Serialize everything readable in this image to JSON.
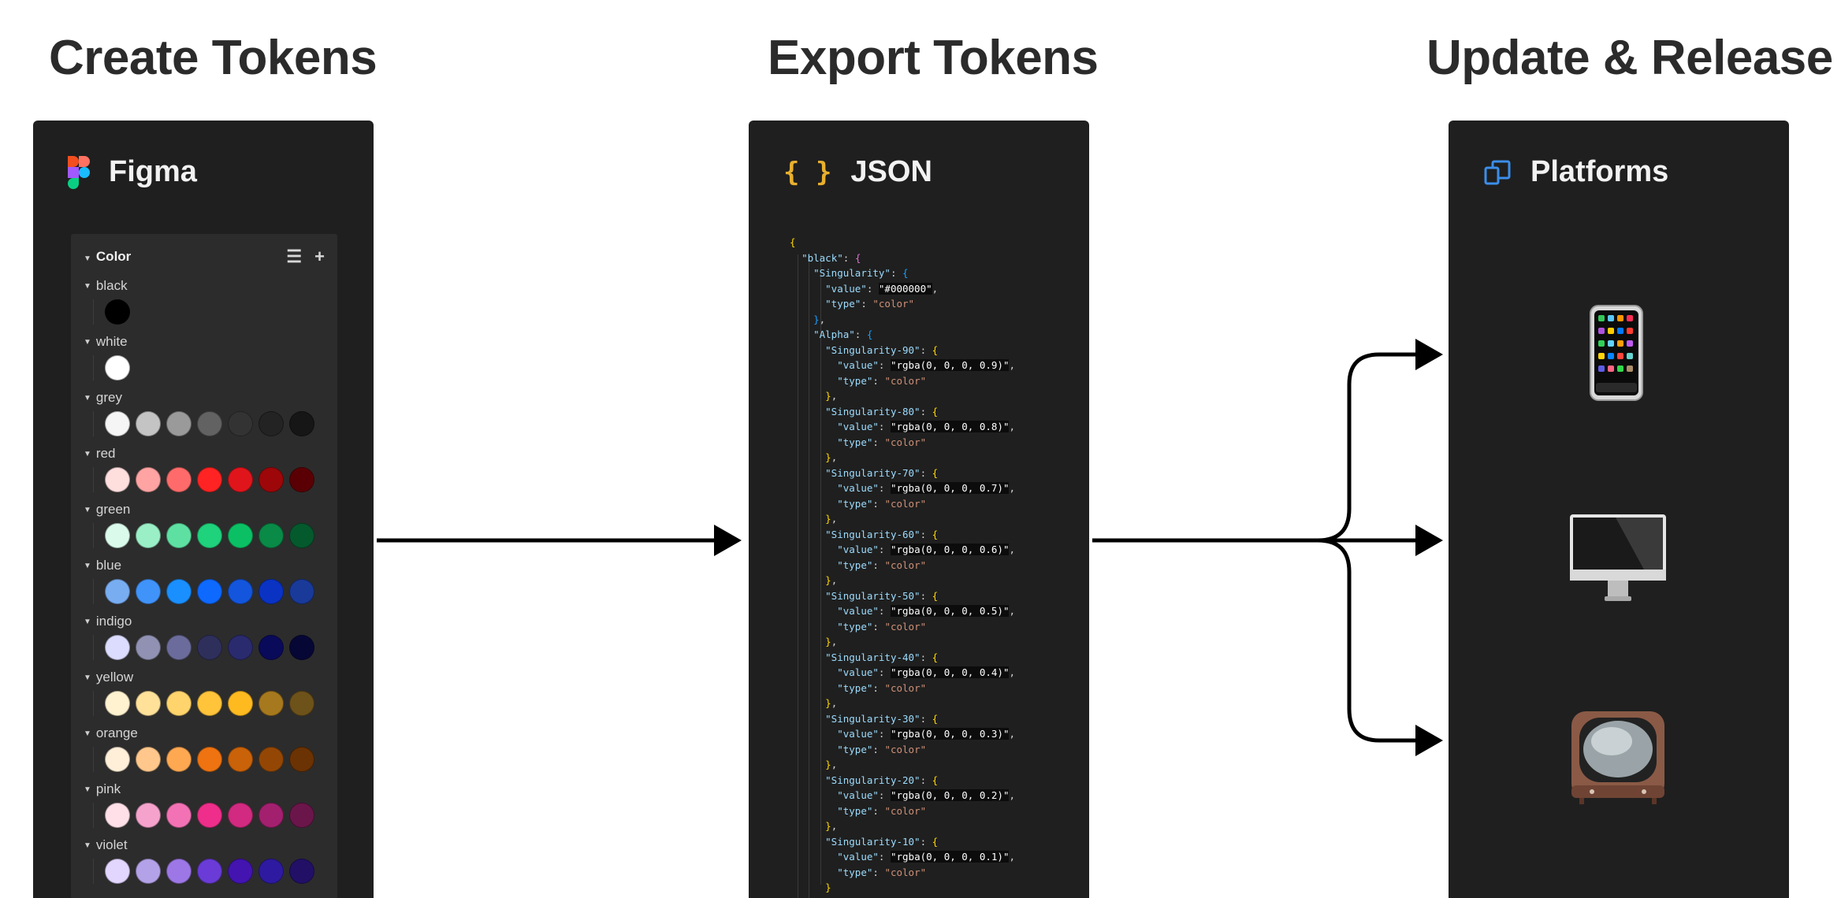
{
  "headings": {
    "create": "Create Tokens",
    "export": "Export Tokens",
    "release": "Update & Release"
  },
  "figma": {
    "title": "Figma",
    "palette": {
      "section": "Color",
      "groups": [
        {
          "name": "black",
          "colors": [
            "#000000"
          ]
        },
        {
          "name": "white",
          "colors": [
            "#ffffff"
          ]
        },
        {
          "name": "grey",
          "colors": [
            "#f5f5f5",
            "#c4c4c4",
            "#9a9a9a",
            "#626262",
            "#333333",
            "#232323",
            "#161616"
          ]
        },
        {
          "name": "red",
          "colors": [
            "#ffdede",
            "#ffa3a3",
            "#ff6b6b",
            "#ff2323",
            "#e0151c",
            "#9d0709",
            "#5a0005"
          ]
        },
        {
          "name": "green",
          "colors": [
            "#dafbec",
            "#9befc6",
            "#5fe0a3",
            "#1fd27c",
            "#0bc064",
            "#098a47",
            "#055a2d"
          ]
        },
        {
          "name": "blue",
          "colors": [
            "#78adf2",
            "#4093f9",
            "#1a8fff",
            "#0e69ff",
            "#1356dd",
            "#0a33c4",
            "#193a99"
          ]
        },
        {
          "name": "indigo",
          "colors": [
            "#dcdcff",
            "#9191b3",
            "#6c6c9c",
            "#2f2f5c",
            "#2a2a6e",
            "#0a0a5a",
            "#070736"
          ]
        },
        {
          "name": "yellow",
          "colors": [
            "#fff2d0",
            "#ffe19a",
            "#ffd46c",
            "#ffc43a",
            "#ffba20",
            "#a7791e",
            "#6d521a"
          ]
        },
        {
          "name": "orange",
          "colors": [
            "#ffefd9",
            "#ffc78b",
            "#ffa852",
            "#ef7310",
            "#c96209",
            "#944705",
            "#6b3203"
          ]
        },
        {
          "name": "pink",
          "colors": [
            "#ffe0e8",
            "#f5a3cc",
            "#f372b5",
            "#ee2e8a",
            "#d12a80",
            "#a3206f",
            "#6b164b"
          ]
        },
        {
          "name": "violet",
          "colors": [
            "#e2d6ff",
            "#b4a2e8",
            "#9d77e6",
            "#6a3bd6",
            "#4314b0",
            "#2e1aa0",
            "#221067"
          ]
        }
      ]
    }
  },
  "json": {
    "title": "JSON",
    "code_lines": [
      {
        "indent": 0,
        "parts": [
          [
            "b1",
            "{"
          ]
        ]
      },
      {
        "indent": 1,
        "parts": [
          [
            "k",
            "\"black\""
          ],
          [
            "p",
            ": "
          ],
          [
            "b2",
            "{"
          ]
        ]
      },
      {
        "indent": 2,
        "parts": [
          [
            "k",
            "\"Singularity\""
          ],
          [
            "p",
            ": "
          ],
          [
            "b3",
            "{"
          ]
        ]
      },
      {
        "indent": 3,
        "parts": [
          [
            "k",
            "\"value\""
          ],
          [
            "p",
            ": "
          ],
          [
            "hl",
            "\"#000000\""
          ],
          [
            "p",
            ","
          ]
        ]
      },
      {
        "indent": 3,
        "parts": [
          [
            "k",
            "\"type\""
          ],
          [
            "p",
            ": "
          ],
          [
            "s",
            "\"color\""
          ]
        ]
      },
      {
        "indent": 2,
        "parts": [
          [
            "b3",
            "}"
          ],
          [
            "p",
            ","
          ]
        ]
      },
      {
        "indent": 2,
        "parts": [
          [
            "k",
            "\"Alpha\""
          ],
          [
            "p",
            ": "
          ],
          [
            "b3",
            "{"
          ]
        ]
      },
      {
        "indent": 3,
        "parts": [
          [
            "k",
            "\"Singularity-90\""
          ],
          [
            "p",
            ": "
          ],
          [
            "b1",
            "{"
          ]
        ]
      },
      {
        "indent": 4,
        "parts": [
          [
            "k",
            "\"value\""
          ],
          [
            "p",
            ": "
          ],
          [
            "hl",
            "\"rgba(0, 0, 0, 0.9)\""
          ],
          [
            "p",
            ","
          ]
        ]
      },
      {
        "indent": 4,
        "parts": [
          [
            "k",
            "\"type\""
          ],
          [
            "p",
            ": "
          ],
          [
            "s",
            "\"color\""
          ]
        ]
      },
      {
        "indent": 3,
        "parts": [
          [
            "b1",
            "}"
          ],
          [
            "p",
            ","
          ]
        ]
      },
      {
        "indent": 3,
        "parts": [
          [
            "k",
            "\"Singularity-80\""
          ],
          [
            "p",
            ": "
          ],
          [
            "b1",
            "{"
          ]
        ]
      },
      {
        "indent": 4,
        "parts": [
          [
            "k",
            "\"value\""
          ],
          [
            "p",
            ": "
          ],
          [
            "hl",
            "\"rgba(0, 0, 0, 0.8)\""
          ],
          [
            "p",
            ","
          ]
        ]
      },
      {
        "indent": 4,
        "parts": [
          [
            "k",
            "\"type\""
          ],
          [
            "p",
            ": "
          ],
          [
            "s",
            "\"color\""
          ]
        ]
      },
      {
        "indent": 3,
        "parts": [
          [
            "b1",
            "}"
          ],
          [
            "p",
            ","
          ]
        ]
      },
      {
        "indent": 3,
        "parts": [
          [
            "k",
            "\"Singularity-70\""
          ],
          [
            "p",
            ": "
          ],
          [
            "b1",
            "{"
          ]
        ]
      },
      {
        "indent": 4,
        "parts": [
          [
            "k",
            "\"value\""
          ],
          [
            "p",
            ": "
          ],
          [
            "hl",
            "\"rgba(0, 0, 0, 0.7)\""
          ],
          [
            "p",
            ","
          ]
        ]
      },
      {
        "indent": 4,
        "parts": [
          [
            "k",
            "\"type\""
          ],
          [
            "p",
            ": "
          ],
          [
            "s",
            "\"color\""
          ]
        ]
      },
      {
        "indent": 3,
        "parts": [
          [
            "b1",
            "}"
          ],
          [
            "p",
            ","
          ]
        ]
      },
      {
        "indent": 3,
        "parts": [
          [
            "k",
            "\"Singularity-60\""
          ],
          [
            "p",
            ": "
          ],
          [
            "b1",
            "{"
          ]
        ]
      },
      {
        "indent": 4,
        "parts": [
          [
            "k",
            "\"value\""
          ],
          [
            "p",
            ": "
          ],
          [
            "hl",
            "\"rgba(0, 0, 0, 0.6)\""
          ],
          [
            "p",
            ","
          ]
        ]
      },
      {
        "indent": 4,
        "parts": [
          [
            "k",
            "\"type\""
          ],
          [
            "p",
            ": "
          ],
          [
            "s",
            "\"color\""
          ]
        ]
      },
      {
        "indent": 3,
        "parts": [
          [
            "b1",
            "}"
          ],
          [
            "p",
            ","
          ]
        ]
      },
      {
        "indent": 3,
        "parts": [
          [
            "k",
            "\"Singularity-50\""
          ],
          [
            "p",
            ": "
          ],
          [
            "b1",
            "{"
          ]
        ]
      },
      {
        "indent": 4,
        "parts": [
          [
            "k",
            "\"value\""
          ],
          [
            "p",
            ": "
          ],
          [
            "hl",
            "\"rgba(0, 0, 0, 0.5)\""
          ],
          [
            "p",
            ","
          ]
        ]
      },
      {
        "indent": 4,
        "parts": [
          [
            "k",
            "\"type\""
          ],
          [
            "p",
            ": "
          ],
          [
            "s",
            "\"color\""
          ]
        ]
      },
      {
        "indent": 3,
        "parts": [
          [
            "b1",
            "}"
          ],
          [
            "p",
            ","
          ]
        ]
      },
      {
        "indent": 3,
        "parts": [
          [
            "k",
            "\"Singularity-40\""
          ],
          [
            "p",
            ": "
          ],
          [
            "b1",
            "{"
          ]
        ]
      },
      {
        "indent": 4,
        "parts": [
          [
            "k",
            "\"value\""
          ],
          [
            "p",
            ": "
          ],
          [
            "hl",
            "\"rgba(0, 0, 0, 0.4)\""
          ],
          [
            "p",
            ","
          ]
        ]
      },
      {
        "indent": 4,
        "parts": [
          [
            "k",
            "\"type\""
          ],
          [
            "p",
            ": "
          ],
          [
            "s",
            "\"color\""
          ]
        ]
      },
      {
        "indent": 3,
        "parts": [
          [
            "b1",
            "}"
          ],
          [
            "p",
            ","
          ]
        ]
      },
      {
        "indent": 3,
        "parts": [
          [
            "k",
            "\"Singularity-30\""
          ],
          [
            "p",
            ": "
          ],
          [
            "b1",
            "{"
          ]
        ]
      },
      {
        "indent": 4,
        "parts": [
          [
            "k",
            "\"value\""
          ],
          [
            "p",
            ": "
          ],
          [
            "hl",
            "\"rgba(0, 0, 0, 0.3)\""
          ],
          [
            "p",
            ","
          ]
        ]
      },
      {
        "indent": 4,
        "parts": [
          [
            "k",
            "\"type\""
          ],
          [
            "p",
            ": "
          ],
          [
            "s",
            "\"color\""
          ]
        ]
      },
      {
        "indent": 3,
        "parts": [
          [
            "b1",
            "}"
          ],
          [
            "p",
            ","
          ]
        ]
      },
      {
        "indent": 3,
        "parts": [
          [
            "k",
            "\"Singularity-20\""
          ],
          [
            "p",
            ": "
          ],
          [
            "b1",
            "{"
          ]
        ]
      },
      {
        "indent": 4,
        "parts": [
          [
            "k",
            "\"value\""
          ],
          [
            "p",
            ": "
          ],
          [
            "hl",
            "\"rgba(0, 0, 0, 0.2)\""
          ],
          [
            "p",
            ","
          ]
        ]
      },
      {
        "indent": 4,
        "parts": [
          [
            "k",
            "\"type\""
          ],
          [
            "p",
            ": "
          ],
          [
            "s",
            "\"color\""
          ]
        ]
      },
      {
        "indent": 3,
        "parts": [
          [
            "b1",
            "}"
          ],
          [
            "p",
            ","
          ]
        ]
      },
      {
        "indent": 3,
        "parts": [
          [
            "k",
            "\"Singularity-10\""
          ],
          [
            "p",
            ": "
          ],
          [
            "b1",
            "{"
          ]
        ]
      },
      {
        "indent": 4,
        "parts": [
          [
            "k",
            "\"value\""
          ],
          [
            "p",
            ": "
          ],
          [
            "hl",
            "\"rgba(0, 0, 0, 0.1)\""
          ],
          [
            "p",
            ","
          ]
        ]
      },
      {
        "indent": 4,
        "parts": [
          [
            "k",
            "\"type\""
          ],
          [
            "p",
            ": "
          ],
          [
            "s",
            "\"color\""
          ]
        ]
      },
      {
        "indent": 3,
        "parts": [
          [
            "b1",
            "}"
          ]
        ]
      },
      {
        "indent": 2,
        "parts": [
          [
            "b3",
            "}"
          ]
        ]
      }
    ]
  },
  "platforms": {
    "title": "Platforms",
    "devices": [
      "phone-icon",
      "desktop-monitor-icon",
      "television-icon"
    ]
  },
  "colors": {
    "panel_bg": "#1f1f1f",
    "heading": "#2b2b2b",
    "arrow": "#000000",
    "json_icon": "#e8b02e",
    "platforms_icon": "#3b8eea"
  }
}
